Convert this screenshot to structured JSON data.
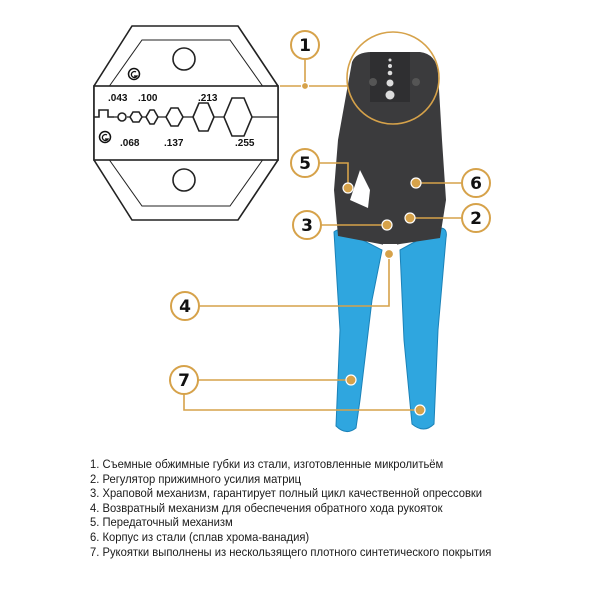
{
  "die": {
    "labels_top": [
      ".043",
      ".100",
      ".213"
    ],
    "labels_bottom": [
      ".068",
      ".137",
      ".255"
    ],
    "logo_glyph": "G"
  },
  "callouts": [
    "1",
    "2",
    "3",
    "4",
    "5",
    "6",
    "7"
  ],
  "legend": [
    "1. Съемные обжимные губки из стали, изготовленные микролитьём",
    "2. Регулятор прижимного усилия матриц",
    "3. Храповой механизм, гарантирует полный цикл качественной опрессовки",
    "4. Возвратный механизм для обеспечения обратного хода рукояток",
    "5. Передаточный механизм",
    "6. Корпус из стали (сплав хрома-ванадия)",
    "7. Рукоятки выполнены из нескользящего плотного синтетического покрытия"
  ],
  "colors": {
    "accent": "#d6a24a",
    "handle": "#2fa6df",
    "body": "#3b3b3d"
  }
}
